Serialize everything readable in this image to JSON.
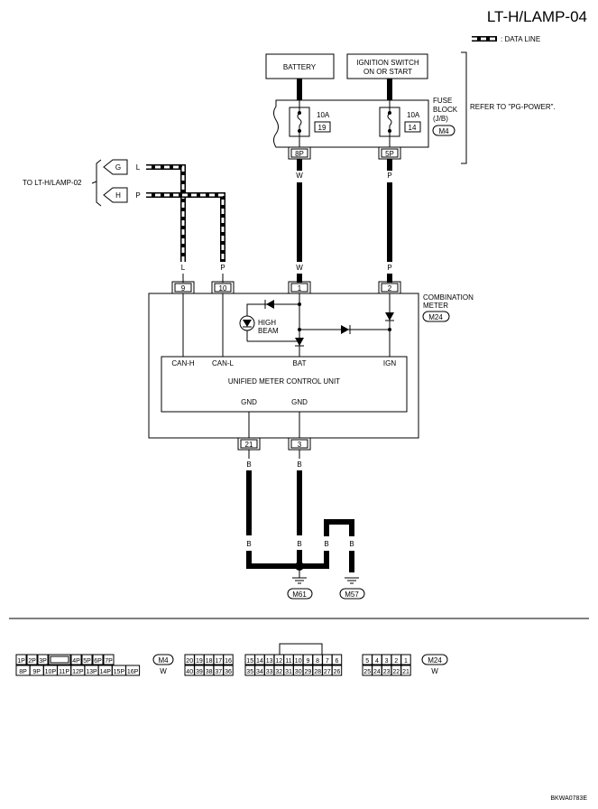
{
  "header": {
    "code": "LT-H/LAMP-04",
    "legend": ": DATA LINE"
  },
  "boxes": {
    "battery": "BATTERY",
    "ign_line1": "IGNITION SWITCH",
    "ign_line2": "ON OR START"
  },
  "fuse_block": {
    "line1": "FUSE",
    "line2": "BLOCK",
    "line3": "(J/B)",
    "connector": "M4",
    "refer": "REFER TO \"PG-POWER\".",
    "fuses": [
      {
        "amp": "10A",
        "num": "19",
        "pin": "8P",
        "color": "W"
      },
      {
        "amp": "10A",
        "num": "14",
        "pin": "5P",
        "color": "P"
      }
    ]
  },
  "to_label": "TO LT-H/LAMP-02",
  "data_lines": [
    {
      "tag": "G",
      "color": "L"
    },
    {
      "tag": "H",
      "color": "P"
    }
  ],
  "meter": {
    "line1": "COMBINATION",
    "line2": "METER",
    "connector": "M24",
    "pins": [
      {
        "num": "9",
        "color": "L"
      },
      {
        "num": "10",
        "color": "P"
      },
      {
        "num": "1",
        "color": "W"
      },
      {
        "num": "2",
        "color": "P"
      }
    ],
    "high_beam_1": "HIGH",
    "high_beam_2": "BEAM",
    "unit_name": "UNIFIED METER CONTROL UNIT",
    "terminals": [
      "CAN-H",
      "CAN-L",
      "BAT",
      "IGN"
    ],
    "gnd": [
      "GND",
      "GND"
    ],
    "bottom_pins": [
      {
        "num": "21",
        "color": "B"
      },
      {
        "num": "3",
        "color": "B"
      }
    ]
  },
  "ground": {
    "wire_colors": [
      "B",
      "B",
      "B",
      "B"
    ],
    "connectors": [
      "M61",
      "M57"
    ]
  },
  "connector_m4": {
    "name": "M4",
    "color": "W",
    "row1": [
      "1P",
      "2P",
      "3P",
      "",
      "4P",
      "5P",
      "6P",
      "7P"
    ],
    "row2": [
      "8P",
      "9P",
      "10P",
      "11P",
      "12P",
      "13P",
      "14P",
      "15P",
      "16P"
    ]
  },
  "connector_m24": {
    "name": "M24",
    "color": "W",
    "row1": [
      "20",
      "19",
      "18",
      "17",
      "16",
      "15",
      "14",
      "13",
      "12",
      "11",
      "10",
      "9",
      "8",
      "7",
      "6",
      "5",
      "4",
      "3",
      "2",
      "1"
    ],
    "row2": [
      "40",
      "39",
      "38",
      "37",
      "36",
      "35",
      "34",
      "33",
      "32",
      "31",
      "30",
      "29",
      "28",
      "27",
      "26",
      "25",
      "24",
      "23",
      "22",
      "21"
    ]
  },
  "footer_code": "BKWA0783E"
}
